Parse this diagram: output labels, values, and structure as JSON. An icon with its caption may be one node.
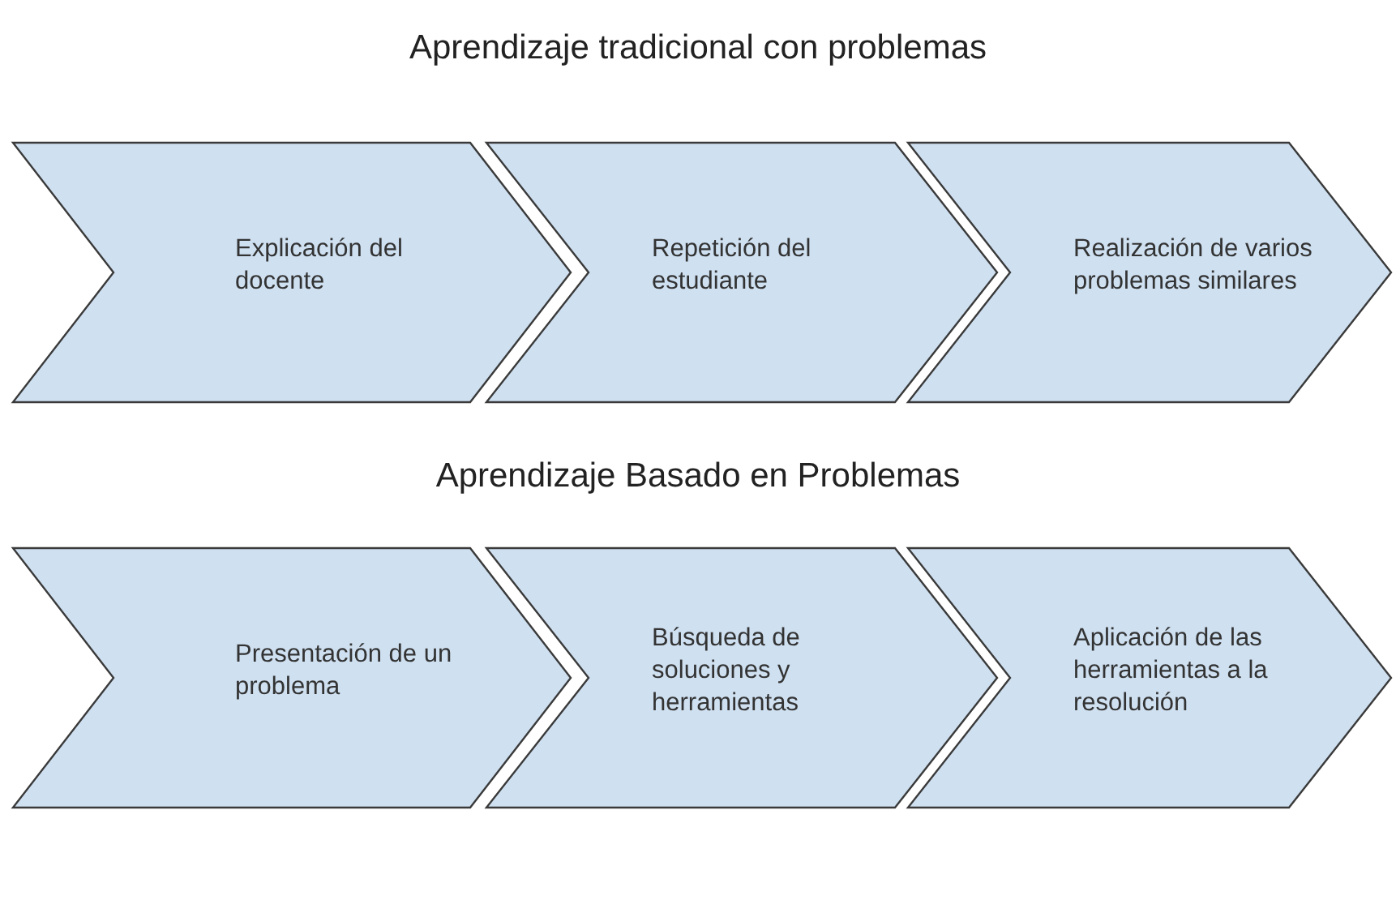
{
  "diagram": {
    "nodes": [
      {
        "text": [
          "Explicación del docente"
        ]
      },
      {
        "text": [
          "Repetición del estudiante"
        ]
      },
      {
        "text": [
          "Realización de varios problemas similares"
        ]
      },
      {
        "text": [
          "Presentación de un problema"
        ]
      },
      {
        "text": [
          "Búsqueda de soluciones y herramientas"
        ]
      },
      {
        "text": [
          "Aplicación de las herramientas a la resolución"
        ]
      }
    ],
    "labels": [
      "Aprendizaje tradicional con problemas",
      "Aprendizaje Basado en Problemas"
    ]
  }
}
